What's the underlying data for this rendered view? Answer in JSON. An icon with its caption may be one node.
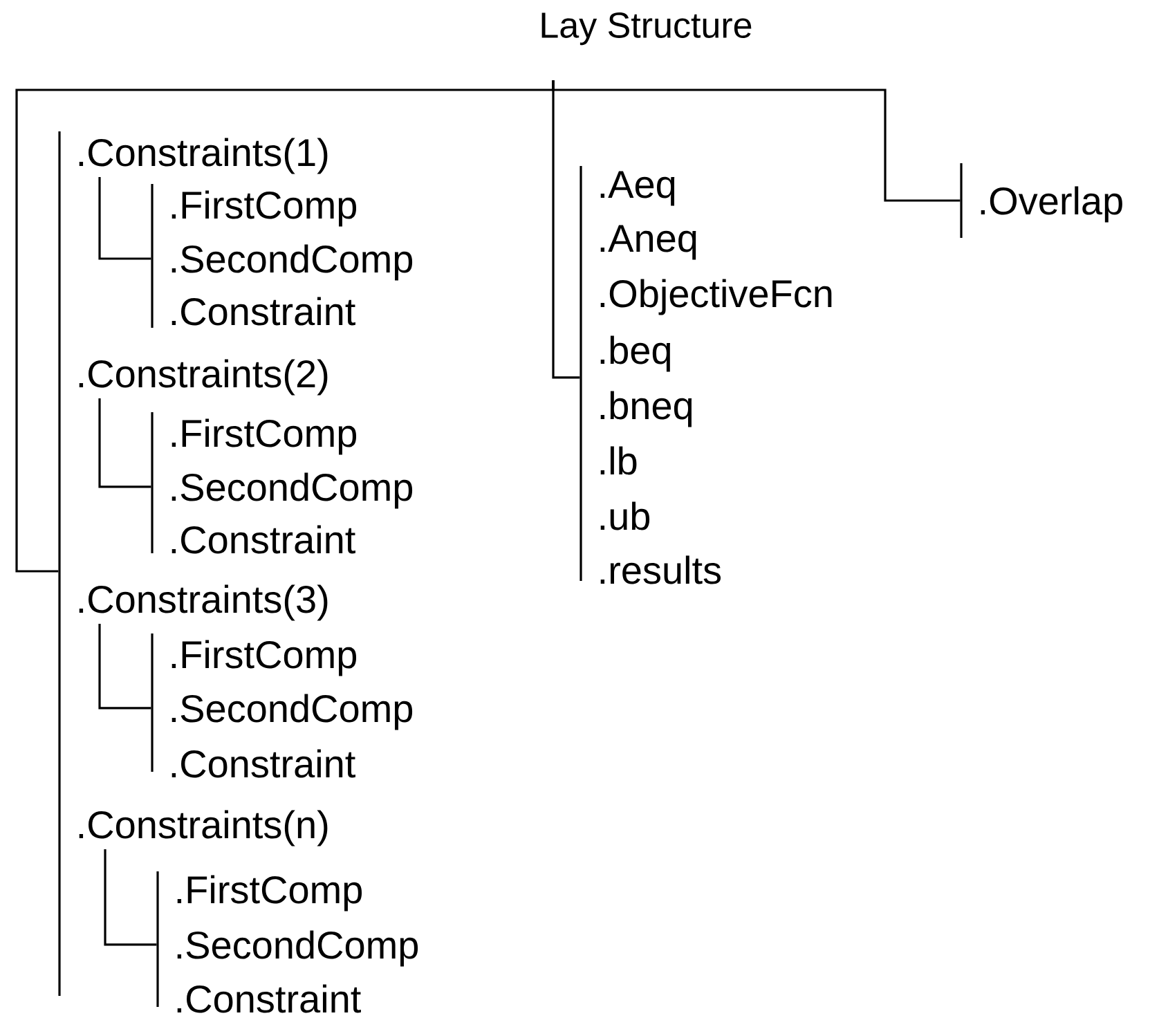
{
  "diagram": {
    "nodes": [
      {
        "text": [
          "Lay Structure"
        ]
      },
      {
        "text": [],
        "shape": "bar"
      },
      {
        "text": [
          ".Constraints(1)"
        ]
      },
      {
        "text": [],
        "shape": "bar"
      },
      {
        "text": [
          ".FirstComp"
        ]
      },
      {
        "text": [
          ".SecondComp"
        ]
      },
      {
        "text": [
          ".Constraint"
        ]
      },
      {
        "text": [
          ".Constraints(2)"
        ]
      },
      {
        "text": [],
        "shape": "bar"
      },
      {
        "text": [
          ".FirstComp"
        ]
      },
      {
        "text": [
          ".SecondComp"
        ]
      },
      {
        "text": [
          ".Constraint"
        ]
      },
      {
        "text": [
          ".Constraints(3)"
        ]
      },
      {
        "text": [],
        "shape": "bar"
      },
      {
        "text": [
          ".FirstComp"
        ]
      },
      {
        "text": [
          ".SecondComp"
        ]
      },
      {
        "text": [
          ".Constraint"
        ]
      },
      {
        "text": [
          ".Constraints(n)"
        ]
      },
      {
        "text": [],
        "shape": "bar"
      },
      {
        "text": [
          ".FirstComp"
        ]
      },
      {
        "text": [
          ".SecondComp"
        ]
      },
      {
        "text": [
          ".Constraint"
        ]
      },
      {
        "text": [],
        "shape": "bar"
      },
      {
        "text": [
          ".Aeq"
        ]
      },
      {
        "text": [
          ".Aneq"
        ]
      },
      {
        "text": [
          ".ObjectiveFcn"
        ]
      },
      {
        "text": [
          ".beq"
        ]
      },
      {
        "text": [
          ".bneq"
        ]
      },
      {
        "text": [
          ".lb"
        ]
      },
      {
        "text": [
          ".ub"
        ]
      },
      {
        "text": [
          ".results"
        ]
      },
      {
        "text": [],
        "shape": "bar"
      },
      {
        "text": [
          ".Overlap"
        ]
      }
    ],
    "edges": [
      {
        "from": 0,
        "to": 1,
        "arrow": "none"
      },
      {
        "from": 0,
        "to": 22,
        "arrow": "none"
      },
      {
        "from": 0,
        "to": 31,
        "arrow": "none"
      },
      {
        "from": 2,
        "to": 3,
        "arrow": "none"
      },
      {
        "from": 7,
        "to": 8,
        "arrow": "none"
      },
      {
        "from": 12,
        "to": 13,
        "arrow": "none"
      },
      {
        "from": 17,
        "to": 18,
        "arrow": "none"
      }
    ]
  }
}
